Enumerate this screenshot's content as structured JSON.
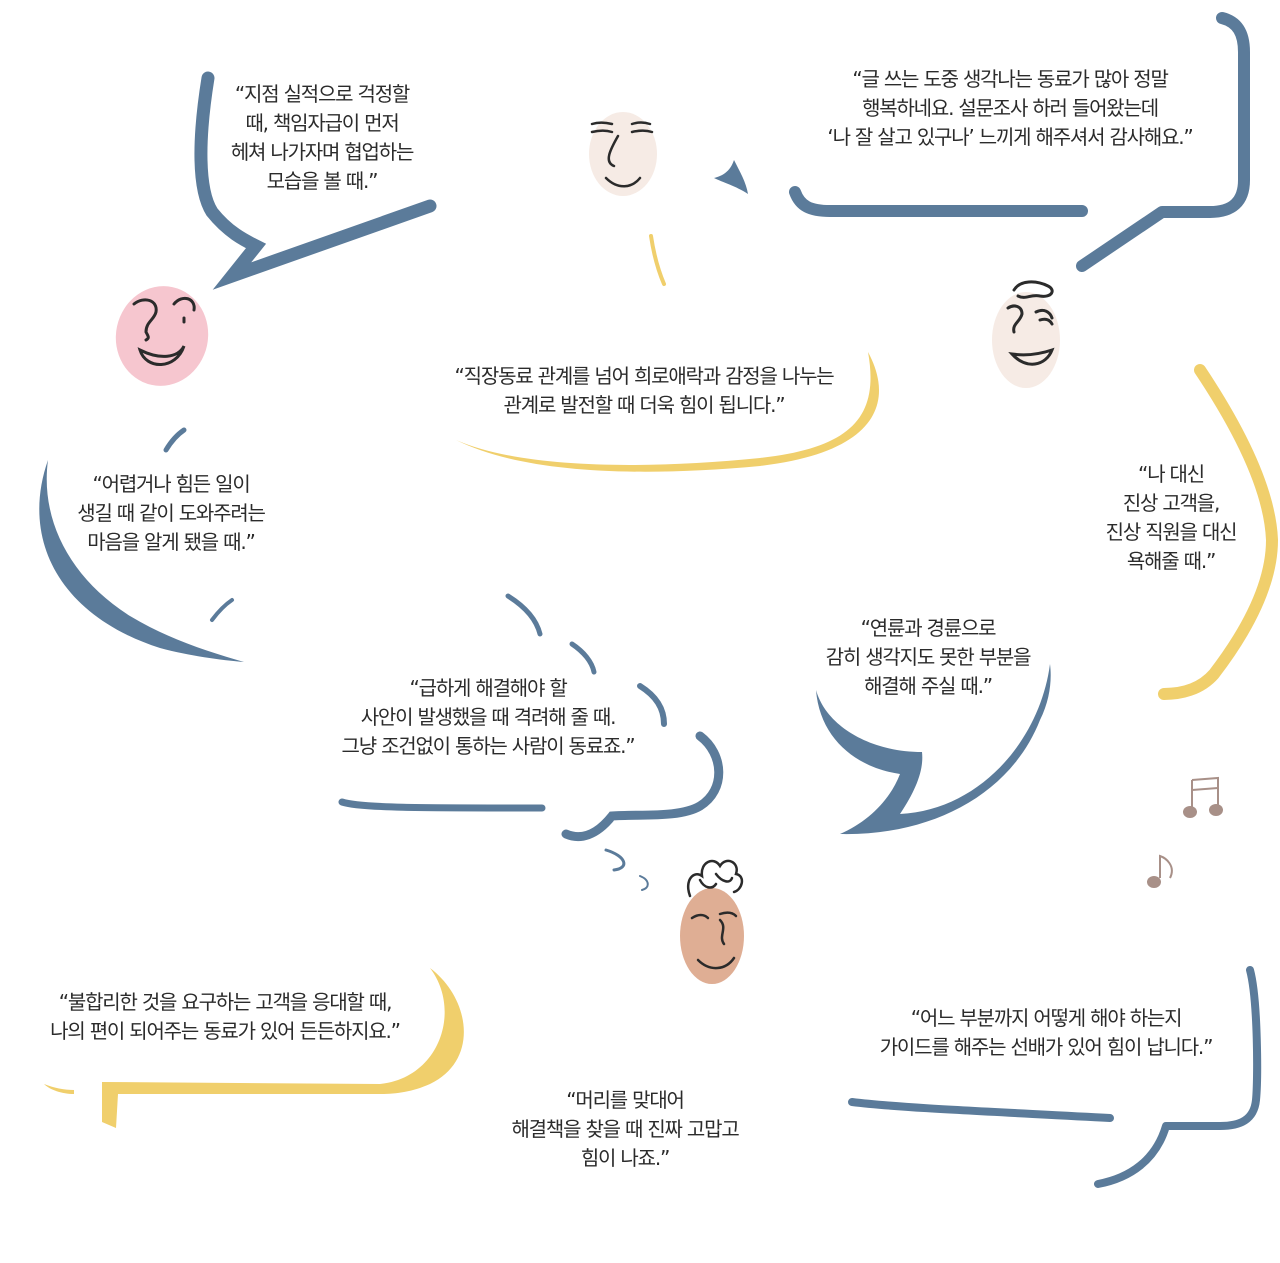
{
  "colors": {
    "blue": "#5b7b9a",
    "yellow": "#f0cf6c",
    "face_pink": "#f6c6cf",
    "face_cream": "#f6ebe5",
    "face_tan": "#dfae94",
    "note": "#a89088",
    "ink": "#2b2b2b"
  },
  "quotes": [
    {
      "id": "q1",
      "lines": [
        "“지점 실적으로 걱정할",
        "때, 책임자급이 먼저",
        "헤쳐 나가자며 협업하는",
        "모습을 볼 때.”"
      ]
    },
    {
      "id": "q2",
      "lines": [
        "“글 쓰는 도중 생각나는 동료가 많아 정말",
        "행복하네요. 설문조사 하러 들어왔는데",
        "‘나 잘 살고 있구나’ 느끼게 해주셔서 감사해요.”"
      ]
    },
    {
      "id": "q3",
      "lines": [
        "“직장동료 관계를 넘어 희로애락과 감정을 나누는",
        "관계로 발전할 때 더욱 힘이 됩니다.”"
      ]
    },
    {
      "id": "q4",
      "lines": [
        "“어렵거나 힘든 일이",
        "생길 때  같이 도와주려는",
        "마음을 알게 됐을 때.”"
      ]
    },
    {
      "id": "q5",
      "lines": [
        "“나 대신",
        "진상 고객을,",
        "진상 직원을 대신",
        "욕해줄 때.”"
      ]
    },
    {
      "id": "q6",
      "lines": [
        "“연륜과 경륜으로",
        "감히 생각지도 못한 부분을",
        "해결해 주실 때.”"
      ]
    },
    {
      "id": "q7",
      "lines": [
        "“급하게 해결해야 할",
        "사안이 발생했을 때 격려해 줄 때.",
        "그냥 조건없이 통하는 사람이 동료죠.”"
      ]
    },
    {
      "id": "q8",
      "lines": [
        "“불합리한 것을 요구하는 고객을 응대할 때,",
        "나의 편이 되어주는 동료가 있어 든든하지요.”"
      ]
    },
    {
      "id": "q9",
      "lines": [
        "“어느 부분까지 어떻게 해야 하는지",
        "가이드를 해주는 선배가 있어 힘이 납니다.”"
      ]
    },
    {
      "id": "q10",
      "lines": [
        "“머리를 맞대어",
        "해결책을 찾을 때 진짜 고맙고",
        "힘이 나죠.”"
      ]
    }
  ],
  "icons": [
    "smiling-face-icon",
    "sleepy-face-icon",
    "curly-hair-face-icon",
    "wavy-hair-face-icon",
    "music-note-icon",
    "heart-arrow-icon"
  ]
}
